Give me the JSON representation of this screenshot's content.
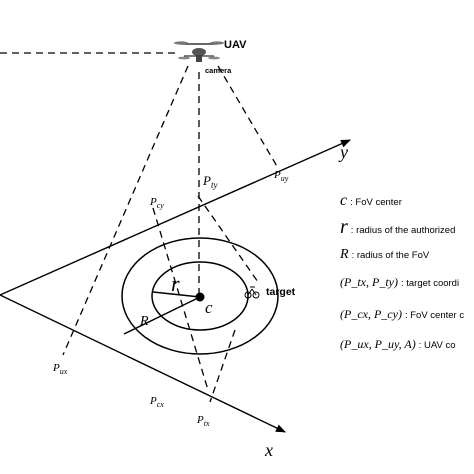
{
  "labels": {
    "uav": "UAV",
    "camera": "camera",
    "axis_y": "y",
    "axis_x": "x",
    "p_ty": "P",
    "p_ty_sub": "ty",
    "p_uy": "P",
    "p_uy_sub": "uy",
    "p_cy": "P",
    "p_cy_sub": "cy",
    "p_ux": "P",
    "p_ux_sub": "ux",
    "p_cx": "P",
    "p_cx_sub": "cx",
    "p_tx": "P",
    "p_tx_sub": "tx",
    "r_small": "r",
    "R_big": "R",
    "c_center": "c",
    "target": "target"
  },
  "legend": [
    {
      "symbol": "c",
      "text": ": FoV center"
    },
    {
      "symbol": "r",
      "text": ": radius of the authorized"
    },
    {
      "symbol": "R",
      "text": ": radius of the FoV"
    },
    {
      "symbol": "(P_tx, P_ty)",
      "text": ": target coordi"
    },
    {
      "symbol": "(P_cx, P_cy)",
      "text": ": FoV center c"
    },
    {
      "symbol": "(P_ux, P_uy, A)",
      "text": ": UAV co"
    }
  ]
}
